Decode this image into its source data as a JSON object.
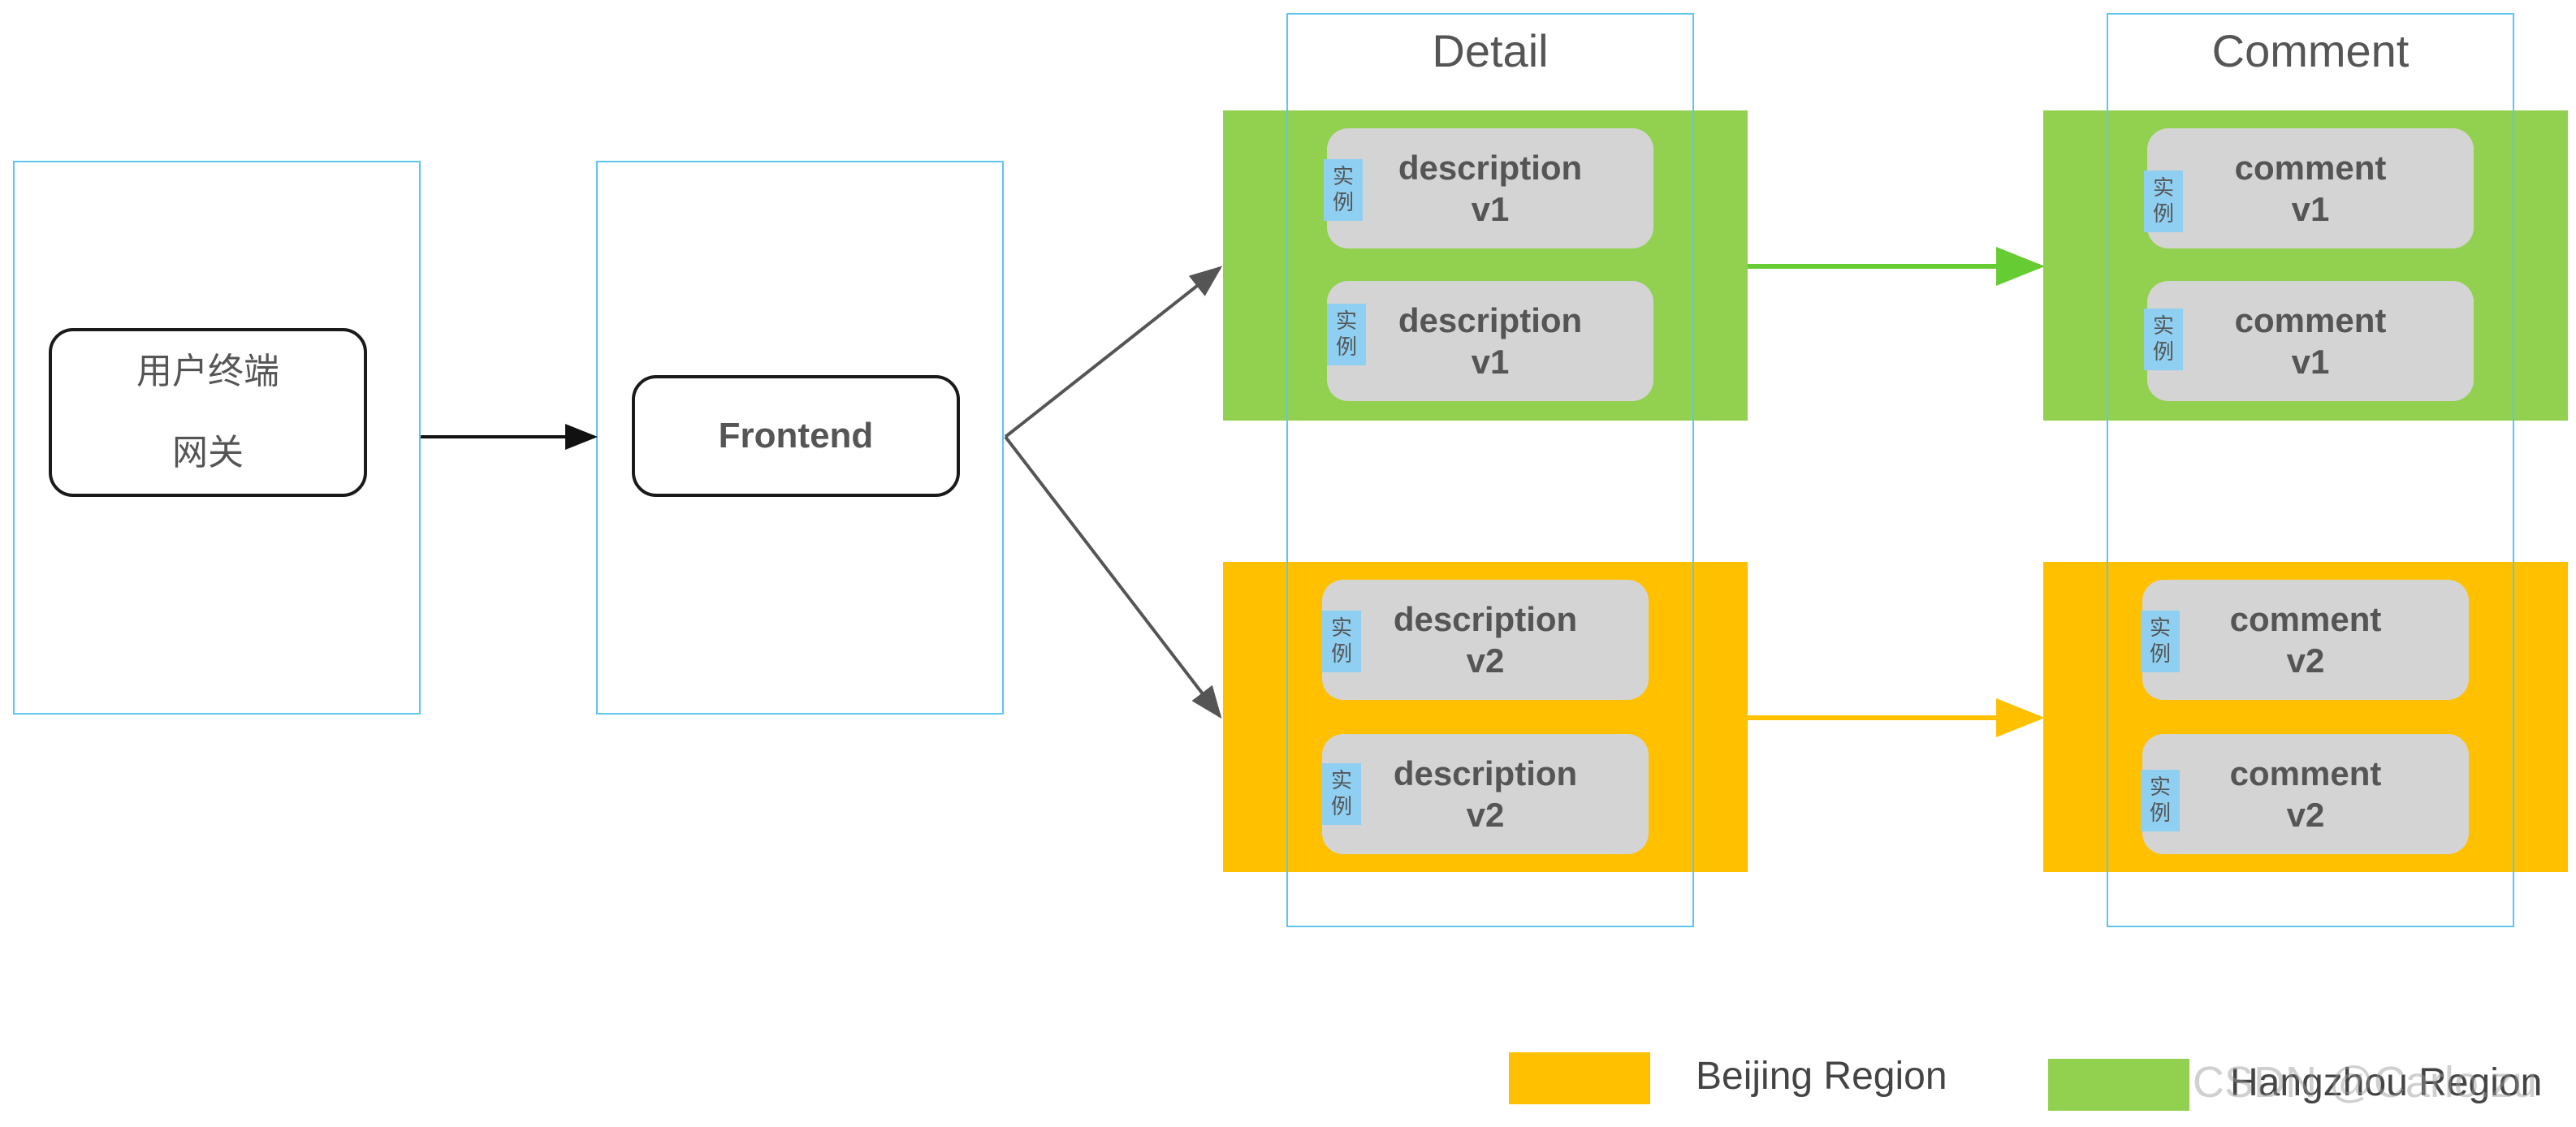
{
  "columns": {
    "detail_title": "Detail",
    "comment_title": "Comment"
  },
  "nodes": {
    "gateway_line1": "用户终端",
    "gateway_line2": "网关",
    "frontend": "Frontend"
  },
  "hangzhou_band": {
    "color": "#92d050",
    "detail_instances": [
      {
        "name": "description",
        "version": "v1",
        "tag": [
          "实",
          "例"
        ]
      },
      {
        "name": "description",
        "version": "v1",
        "tag": [
          "实",
          "例"
        ]
      }
    ],
    "comment_instances": [
      {
        "name": "comment",
        "version": "v1",
        "tag": [
          "实",
          "例"
        ]
      },
      {
        "name": "comment",
        "version": "v1",
        "tag": [
          "实",
          "例"
        ]
      }
    ]
  },
  "beijing_band": {
    "color": "#ffc000",
    "detail_instances": [
      {
        "name": "description",
        "version": "v2",
        "tag": [
          "实",
          "例"
        ]
      },
      {
        "name": "description",
        "version": "v2",
        "tag": [
          "实",
          "例"
        ]
      }
    ],
    "comment_instances": [
      {
        "name": "comment",
        "version": "v2",
        "tag": [
          "实",
          "例"
        ]
      },
      {
        "name": "comment",
        "version": "v2",
        "tag": [
          "实",
          "例"
        ]
      }
    ]
  },
  "legend": {
    "beijing_label": "Beijing Region",
    "beijing_color": "#ffc000",
    "hangzhou_label": "Hangzhou Region",
    "hangzhou_color": "#92d050"
  },
  "watermark": "CSDN @Carlo.zu",
  "colors": {
    "outline": "#5fc6ef",
    "arrow_dark": "#555555",
    "arrow_green": "#66cc33",
    "arrow_yellow": "#ffc000",
    "card": "#d4d4d4",
    "tag": "#8fd0f2"
  }
}
